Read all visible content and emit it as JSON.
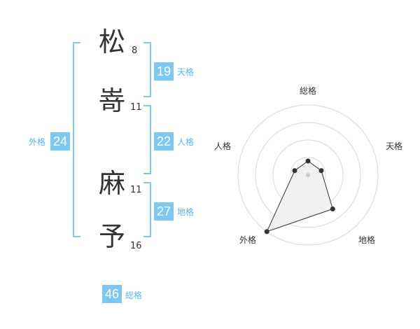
{
  "name": {
    "chars": [
      {
        "char": "松",
        "strokes": "8"
      },
      {
        "char": "嵜",
        "strokes": "11"
      },
      {
        "char": "麻",
        "strokes": "11"
      },
      {
        "char": "予",
        "strokes": "16"
      }
    ]
  },
  "fortunes": {
    "tenkaku": {
      "value": "19",
      "label": "天格"
    },
    "jinkaku": {
      "value": "22",
      "label": "人格"
    },
    "chikaku": {
      "value": "27",
      "label": "地格"
    },
    "gaikaku": {
      "value": "24",
      "label": "外格"
    },
    "soukaku": {
      "value": "46",
      "label": "総格"
    }
  },
  "colors": {
    "accent": "#7cc8f3",
    "label": "#5ab4e8",
    "text": "#333333"
  },
  "chart_data": {
    "type": "radar",
    "axes": [
      "総格",
      "天格",
      "地格",
      "外格",
      "人格"
    ],
    "values": [
      0.2,
      0.2,
      0.6,
      1.0,
      0.2
    ],
    "range": [
      0,
      1
    ],
    "rings": 4,
    "grid": true
  }
}
